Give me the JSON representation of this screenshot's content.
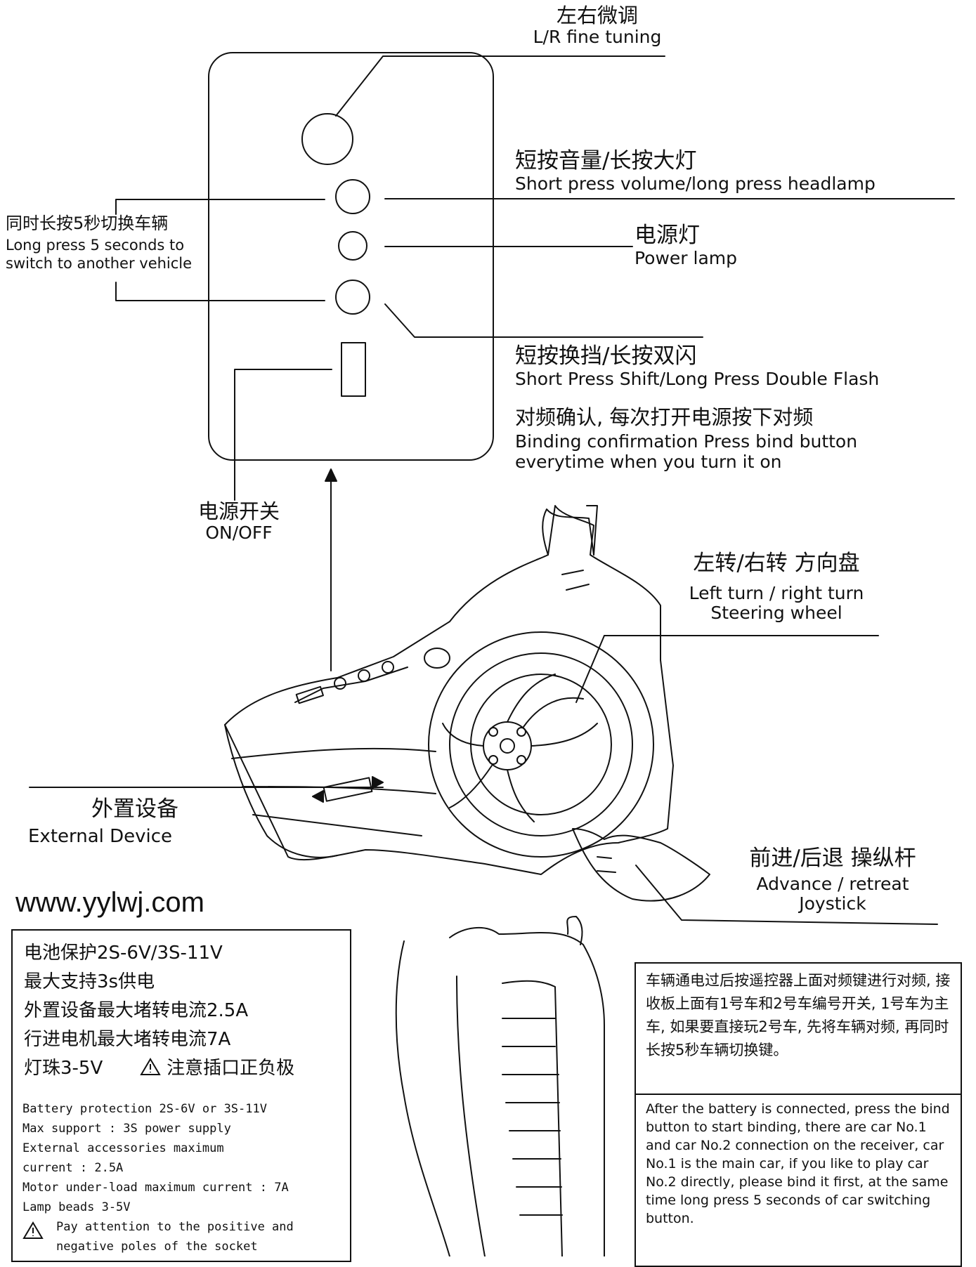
{
  "labels": {
    "fine_tuning": {
      "cn": "左右微调",
      "en": "L/R fine tuning"
    },
    "volume_headlamp": {
      "cn": "短按音量/长按大灯",
      "en": "Short press volume/long press headlamp"
    },
    "power_lamp": {
      "cn": "电源灯",
      "en": "Power lamp"
    },
    "switch_vehicle": {
      "cn": "同时长按5秒切换车辆",
      "en1": "Long press 5 seconds to",
      "en2": "switch to another vehicle"
    },
    "shift_flash": {
      "cn": "短按换挡/长按双闪",
      "en": "Short Press Shift/Long Press Double Flash"
    },
    "binding": {
      "cn": "对频确认, 每次打开电源按下对频",
      "en1": "Binding confirmation Press bind button",
      "en2": "everytime when you turn it on"
    },
    "power_switch": {
      "cn": "电源开关",
      "en": "ON/OFF"
    },
    "steering": {
      "cn": "左转/右转 方向盘",
      "en1": "Left turn / right turn",
      "en2": "Steering wheel"
    },
    "external": {
      "cn": "外置设备",
      "en": "External Device"
    },
    "joystick": {
      "cn": "前进/后退 操纵杆",
      "en1": "Advance / retreat",
      "en2": "Joystick"
    }
  },
  "website": "www.yylwj.com",
  "specs_box": {
    "cn_lines": [
      "电池保护2S-6V/3S-11V",
      "最大支持3s供电",
      "外置设备最大堵转电流2.5A",
      "行进电机最大堵转电流7A",
      "灯珠3-5V"
    ],
    "cn_warning": "注意插口正负极",
    "en_lines": [
      "Battery protection 2S-6V or 3S-11V",
      "Max support : 3S power supply",
      "External accessories maximum",
      "current : 2.5A",
      "Motor under-load maximum current : 7A",
      "Lamp beads 3-5V"
    ],
    "en_warning1": "Pay attention to the positive and",
    "en_warning2": "negative poles of the socket",
    "warning_icon": "warning-triangle-icon"
  },
  "binding_box": {
    "cn_text": "车辆通电过后按遥控器上面对频键进行对频, 接收板上面有1号车和2号车编号开关, 1号车为主车, 如果要直接玩2号车, 先将车辆对频, 再同时长按5秒车辆切换键。",
    "en_text": "After the battery is connected, press the bind button to start binding, there are car No.1 and car No.2 connection on the receiver, car No.1 is the main car, if you like to play car No.2 directly, please bind it first, at the same time long press 5 seconds of car switching button."
  }
}
